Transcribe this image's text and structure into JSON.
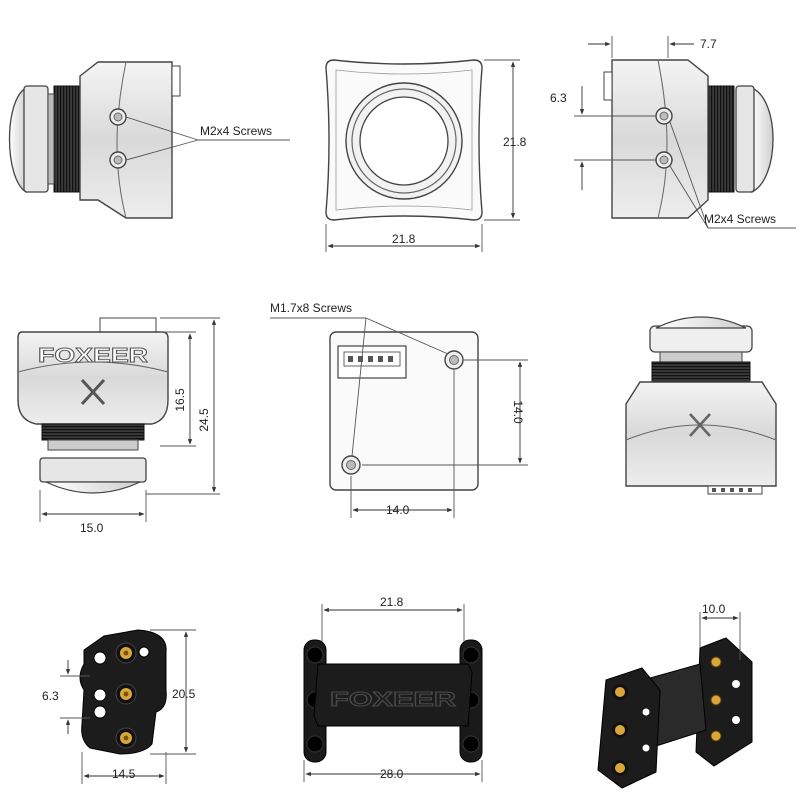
{
  "brand": "FOXEER",
  "views": {
    "side_left": {
      "callout": "M2x4 Screws"
    },
    "front": {
      "height": "21.8",
      "width": "21.8"
    },
    "side_right": {
      "depth": "7.7",
      "screw_gap": "6.3",
      "callout": "M2x4 Screws"
    },
    "front_body": {
      "body_height": "16.5",
      "total_height": "24.5",
      "width": "15.0"
    },
    "back": {
      "callout": "M1.7x8 Screws",
      "hole_spacing_v": "14.0",
      "hole_spacing_h": "14.0"
    },
    "bracket_side": {
      "hole_gap": "6.3",
      "height": "20.5",
      "width": "14.5"
    },
    "bracket_front": {
      "inner_width": "21.8",
      "outer_width": "28.0"
    },
    "bracket_3d": {
      "width": "10.0"
    }
  }
}
